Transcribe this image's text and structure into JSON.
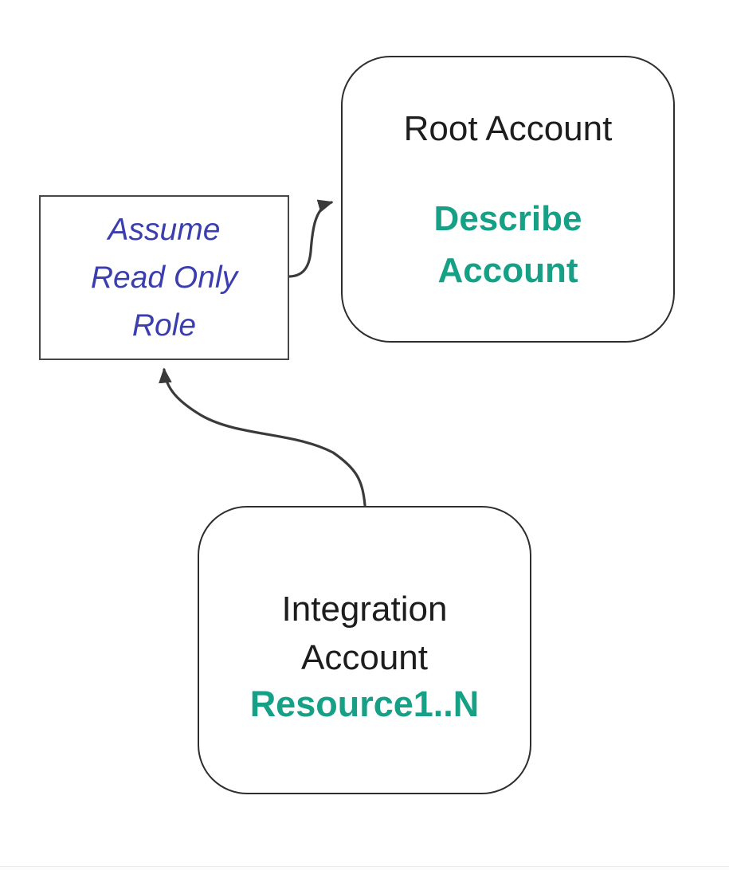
{
  "diagram": {
    "nodes": {
      "root": {
        "title": "Root Account",
        "action_lines": [
          "Describe",
          "Account"
        ]
      },
      "assume": {
        "label_lines": [
          "Assume",
          "Read Only",
          "Role"
        ]
      },
      "integration": {
        "title_lines": [
          "Integration",
          "Account"
        ],
        "resource": "Resource1..N"
      }
    },
    "edges": [
      {
        "from": "assume-read-only-role",
        "to": "root-account"
      },
      {
        "from": "integration-account",
        "to": "assume-read-only-role"
      }
    ],
    "colors": {
      "accent_teal": "#16a085",
      "accent_blue": "#3b3eae",
      "node_border": "#2e2e2e",
      "edge_stroke": "#3a3a3a",
      "background": "#ffffff"
    }
  }
}
